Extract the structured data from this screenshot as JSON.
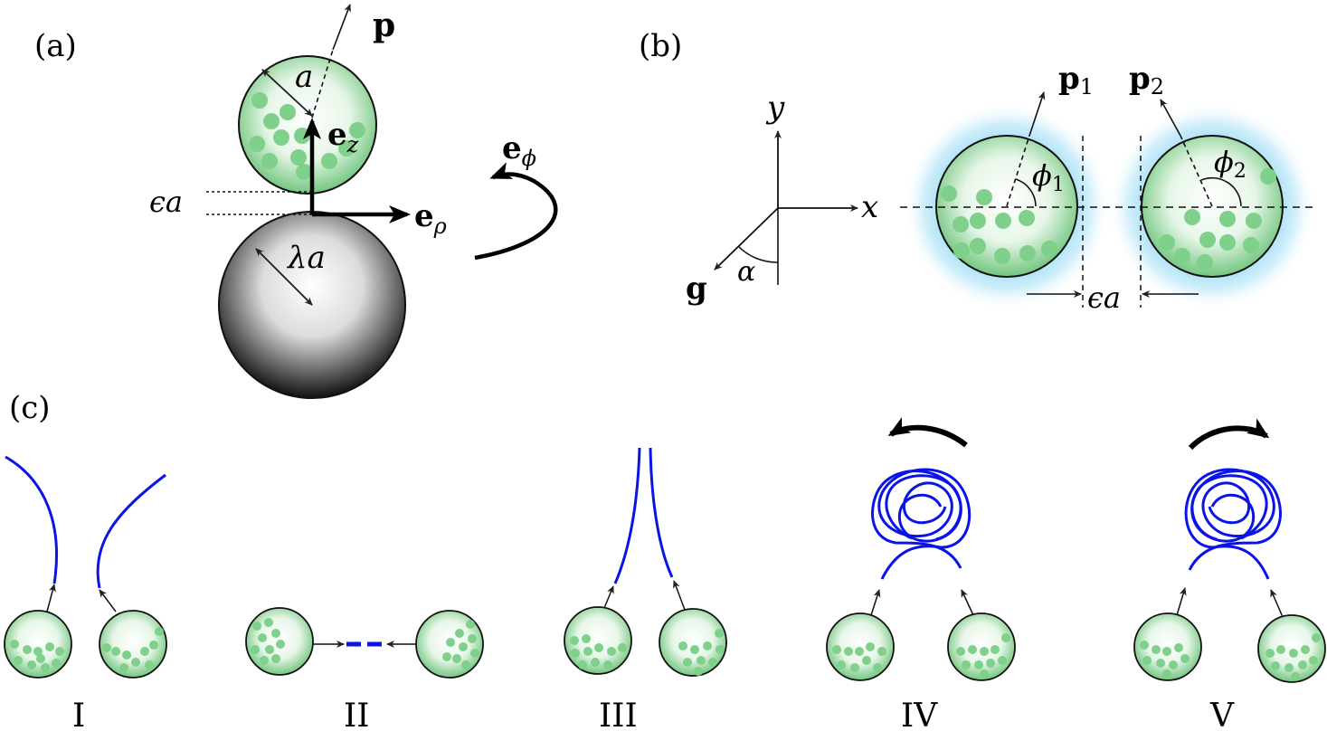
{
  "panels": {
    "a": {
      "label": "(a)",
      "p_label": "p",
      "a_label": "a",
      "ez_label": "e",
      "ez_sub": "z",
      "erho_label": "e",
      "erho_sub": "ρ",
      "ephi_label": "e",
      "ephi_sub": "ϕ",
      "eps_label": "ϵa",
      "lambda_label": "λa"
    },
    "b": {
      "label": "(b)",
      "y_label": "y",
      "x_label": "x",
      "g_label": "g",
      "alpha_label": "α",
      "p1_label": "p",
      "p1_sub": "1",
      "p2_label": "p",
      "p2_sub": "2",
      "phi1_label": "ϕ",
      "phi1_sub": "1",
      "phi2_label": "ϕ",
      "phi2_sub": "2",
      "eps_label": "ϵa"
    },
    "c": {
      "label": "(c)",
      "states": [
        "I",
        "II",
        "III",
        "IV",
        "V"
      ]
    }
  },
  "colors": {
    "particle_green": "#7fd08a",
    "trajectory_blue": "#0a14e6",
    "halo_blue": "#7ed2f2",
    "wall_gray": "#2a2a2a"
  }
}
